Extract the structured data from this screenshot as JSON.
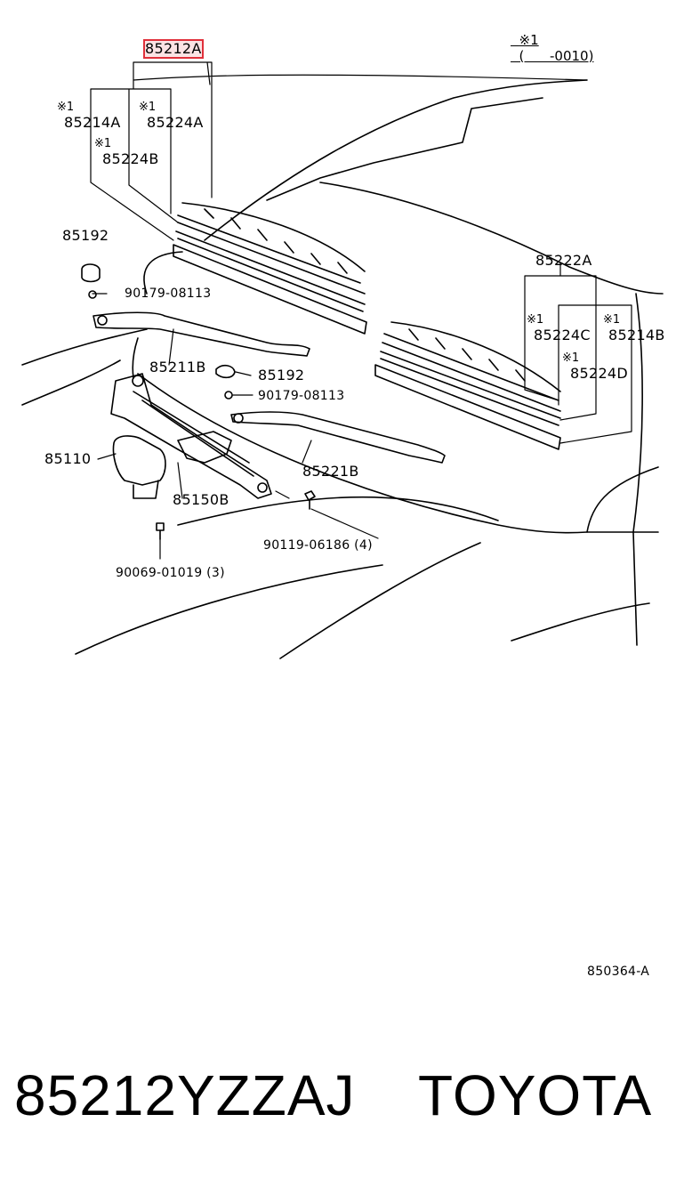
{
  "note": {
    "mark": "※1",
    "range": "(      -0010)"
  },
  "highlight_color": "#e0303a",
  "parts": {
    "p85212A": "85212A",
    "p85214A": "85214A",
    "p85224A": "85224A",
    "p85224B": "85224B",
    "p85192a": "85192",
    "p90179a": "90179-08113",
    "p85211B": "85211B",
    "p85192b": "85192",
    "p90179b": "90179-08113",
    "p85110": "85110",
    "p85150B": "85150B",
    "p85221B": "85221B",
    "p90119": "90119-06186 (4)",
    "p90069": "90069-01019 (3)",
    "p85222A": "85222A",
    "p85224C": "85224C",
    "p85214B": "85214B",
    "p85224D": "85224D"
  },
  "marks": {
    "m1": "※1",
    "m2": "※1",
    "m3": "※1",
    "m4": "※1",
    "m5": "※1",
    "m6": "※1"
  },
  "diagram_code": "850364-A",
  "footer": {
    "part_number": "85212YZZAJ",
    "brand": "TOYOTA"
  }
}
